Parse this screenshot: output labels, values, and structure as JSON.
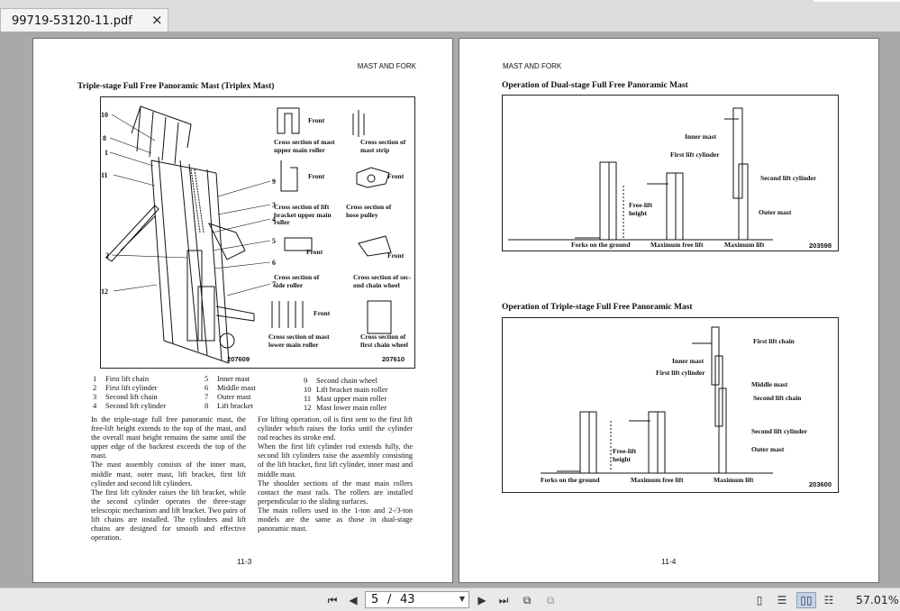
{
  "tab": {
    "title": "99719-53120-11.pdf",
    "close": "×"
  },
  "left_page": {
    "header": "MAST AND FORK",
    "title": "Triple-stage Full Free Panoramic Mast (Triplex Mast)",
    "figure_no": "207609",
    "figure_no_2": "207610",
    "callouts": [
      "10",
      "8",
      "1",
      "11",
      "2",
      "12",
      "9",
      "3",
      "4",
      "5",
      "6",
      "7"
    ],
    "cross_sections": [
      "Cross section of mast upper main roller",
      "Cross section of mast strip",
      "Cross section of lift bracket upper main roller",
      "Cross section of hose pulley",
      "Cross section of side roller",
      "Cross section of sec-ond chain wheel",
      "Cross section of mast lower main roller",
      "Cross section of first chain wheel"
    ],
    "front_label": "Front",
    "legend": [
      {
        "n": "1",
        "label": "First lift chain"
      },
      {
        "n": "2",
        "label": "First lift cylinder"
      },
      {
        "n": "3",
        "label": "Second lift chain"
      },
      {
        "n": "4",
        "label": "Second lift cylinder"
      },
      {
        "n": "5",
        "label": "Inner mast"
      },
      {
        "n": "6",
        "label": "Middle mast"
      },
      {
        "n": "7",
        "label": "Outer mast"
      },
      {
        "n": "8",
        "label": "Lift bracket"
      },
      {
        "n": "9",
        "label": "Second chain wheel"
      },
      {
        "n": "10",
        "label": "Lift bracket main roller"
      },
      {
        "n": "11",
        "label": "Mast upper main roller"
      },
      {
        "n": "12",
        "label": "Mast lower main roller"
      }
    ],
    "col1": "In the triple-stage full free panoramic mast, the free-lift height extends to the top of the mast, and the overall mast height remains the same until the upper edge of the backrest exceeds the top of the mast.\nThe mast assembly consists of the inner mast, middle mast, outer mast, lift bracket, first lift cylinder and second lift cylinders.\nThe first lift cylinder raises the lift bracket, while the second cylinder operates the three-stage telescopic mechanism and lift bracket. Two pairs of lift chains are installed. The cylinders and lift chains are designed for smooth and effective operation.",
    "col2": "For lifting operation, oil is first sent to the first lift cylinder which raises the forks until the cylinder rod reaches its stroke end.\nWhen the first lift cylinder rod extends fully, the second lift cylinders raise the assembly consisting of the lift bracket, first lift cylinder, inner mast and middle mast.\nThe shoulder sections of the mast main rollers contact the mast rails. The rollers are installed perpendicular to the sliding surfaces.\nThe main rollers used in the 1-ton and 2-/3-ton models are the same as those in dual-stage panoramic mast.",
    "page_number": "11-3"
  },
  "right_page": {
    "header": "MAST AND FORK",
    "fig1": {
      "title": "Operation of Dual-stage Full Free Panoramic Mast",
      "labels": {
        "inner_mast": "Inner mast",
        "first_lift_cylinder": "First lift cylinder",
        "second_lift_cylinder": "Second lift cylinder",
        "outer_mast": "Outer mast",
        "free_lift_height": "Free-lift height",
        "forks_on_ground": "Forks on the ground",
        "maximum_free_lift": "Maximum free lift",
        "maximum_lift": "Maximum lift"
      },
      "figure_no": "203598"
    },
    "fig2": {
      "title": "Operation of Triple-stage Full Free Panoramic Mast",
      "labels": {
        "first_lift_chain": "First lift chain",
        "inner_mast": "Inner mast",
        "first_lift_cylinder": "First lift cylinder",
        "middle_mast": "Middle mast",
        "second_lift_chain": "Second lift chain",
        "second_lift_cylinder": "Second lift cylinder",
        "outer_mast": "Outer mast",
        "free_lift_height": "Free-lift height",
        "forks_on_ground": "Forks on the ground",
        "maximum_free_lift": "Maximum free lift",
        "maximum_lift": "Maximum lift"
      },
      "figure_no": "203600"
    },
    "page_number": "11-4"
  },
  "toolbar": {
    "page_current": "5",
    "page_sep": "/",
    "page_total": "43",
    "zoom": "57.01%",
    "icons": [
      "first-page-icon",
      "prev-page-icon",
      "next-page-icon",
      "last-page-icon",
      "prev-view-icon",
      "next-view-icon",
      "single-page-icon",
      "continuous-icon",
      "two-page-icon",
      "two-page-continuous-icon"
    ]
  }
}
